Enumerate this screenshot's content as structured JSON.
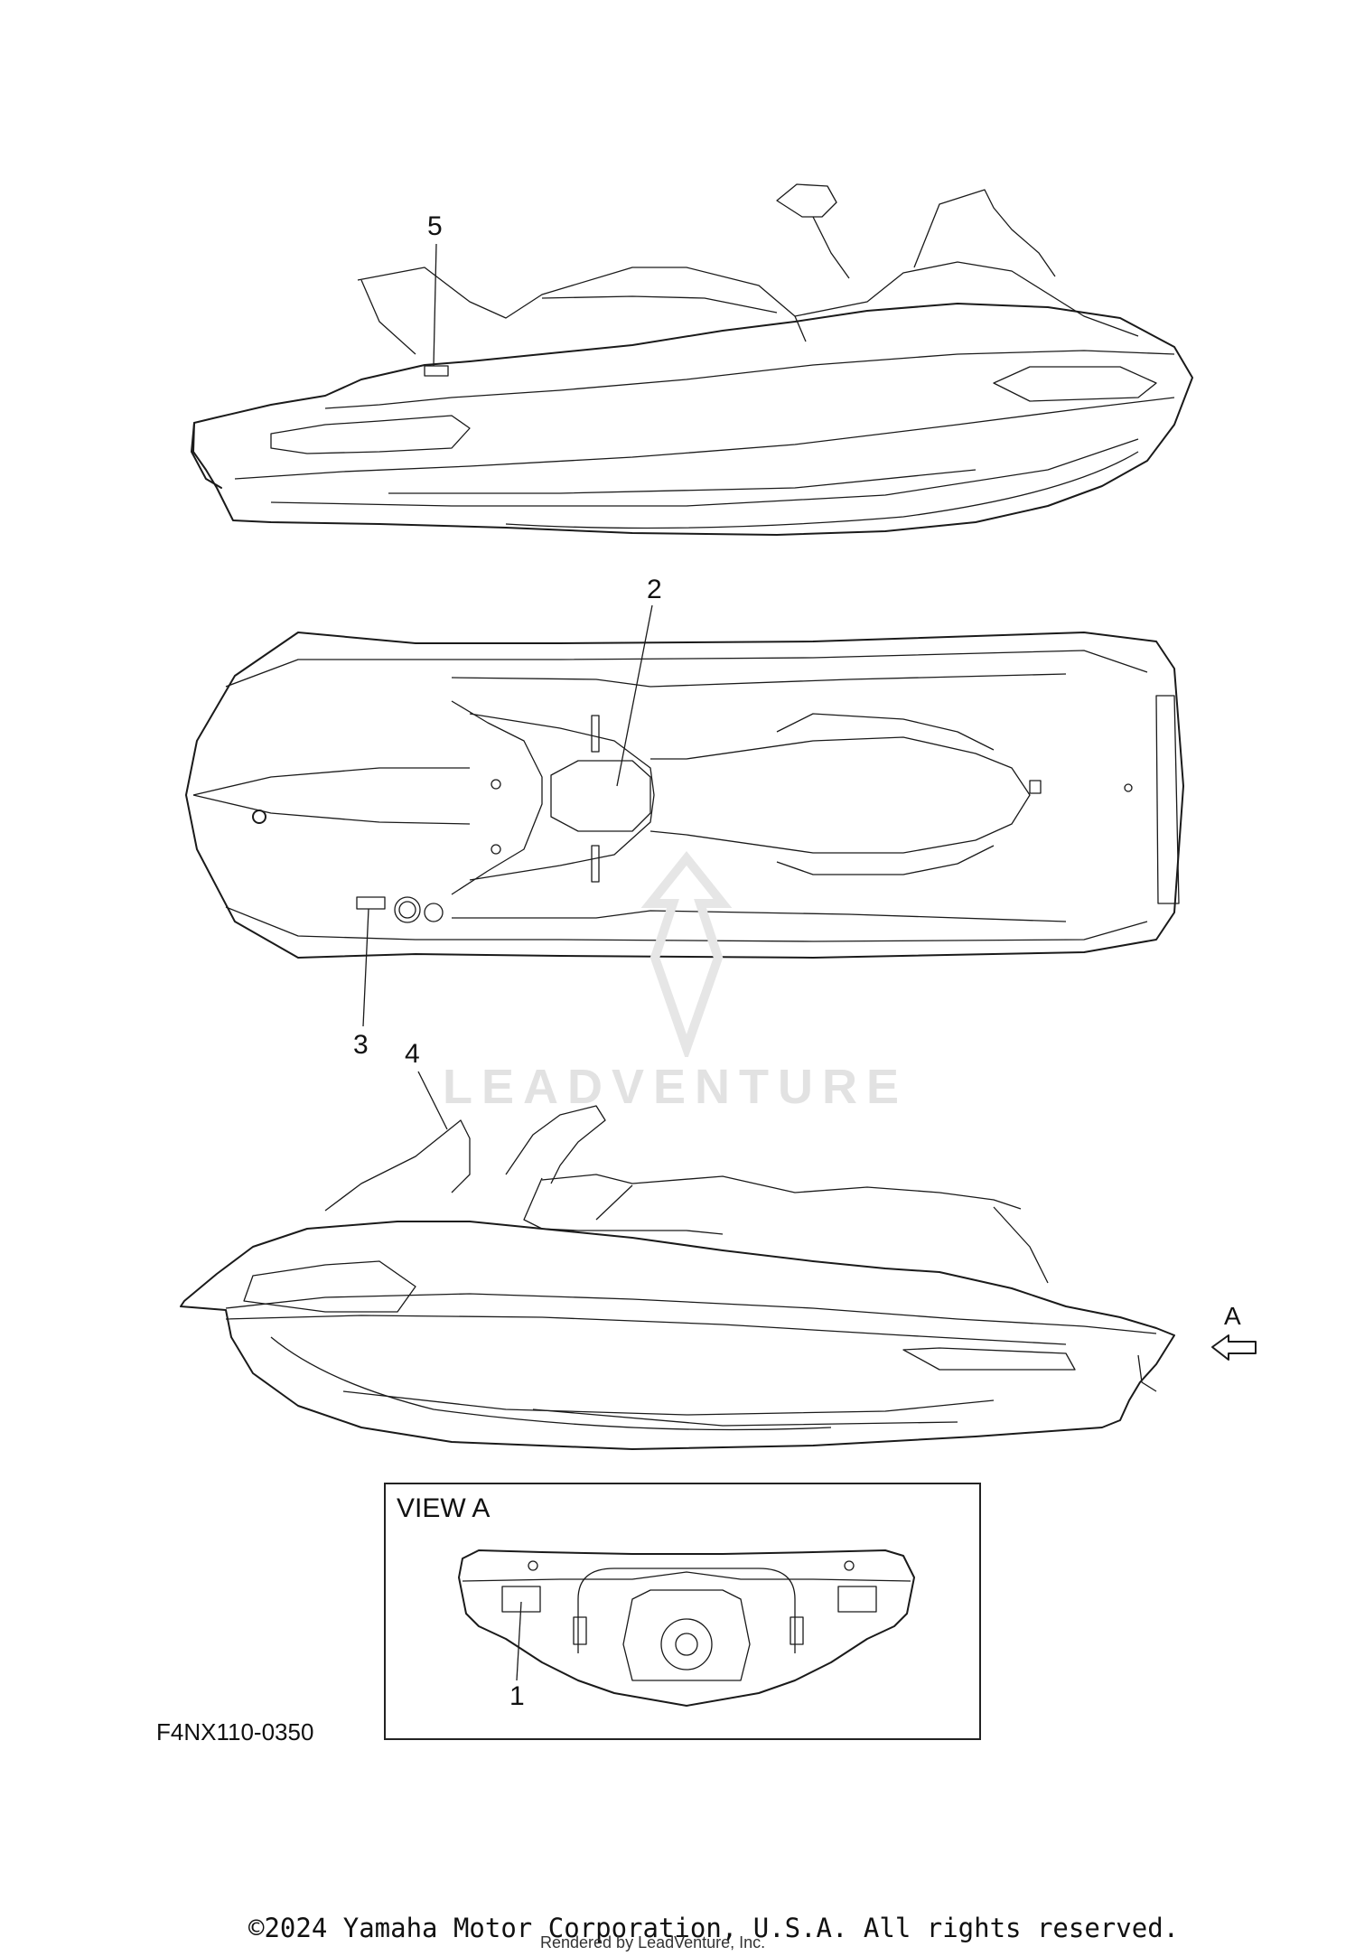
{
  "callouts": [
    {
      "id": "5",
      "label": "5"
    },
    {
      "id": "2",
      "label": "2"
    },
    {
      "id": "3",
      "label": "3"
    },
    {
      "id": "4",
      "label": "4"
    },
    {
      "id": "1",
      "label": "1"
    }
  ],
  "view_a": {
    "title": "VIEW A"
  },
  "arrow_label": "A",
  "part_code": "F4NX110-0350",
  "watermark": {
    "text": "LEADVENTURE"
  },
  "footer": {
    "copyright": "©2024 Yamaha Motor Corporation, U.S.A. All rights reserved.",
    "rendered_by": "Rendered by LeadVenture, Inc."
  }
}
